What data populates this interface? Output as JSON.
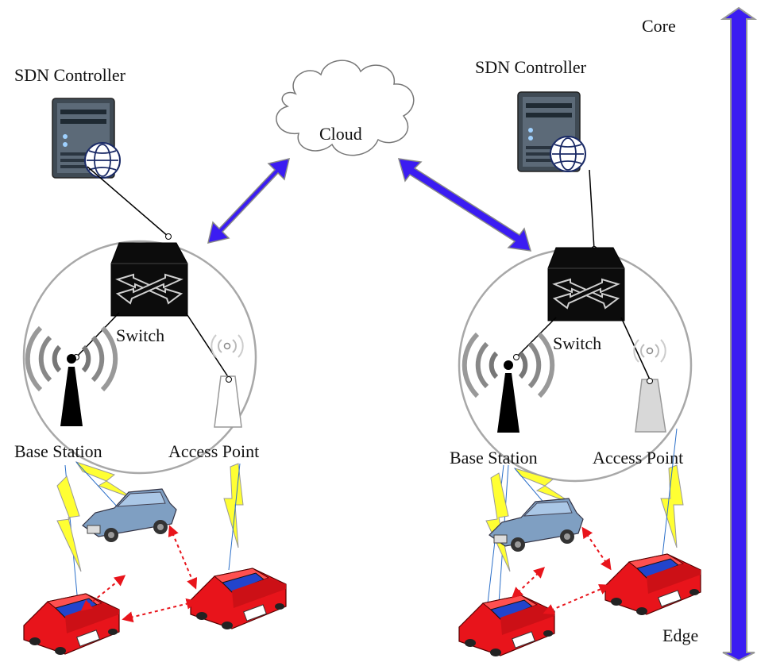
{
  "labels": {
    "core": "Core",
    "edge": "Edge",
    "cloud": "Cloud",
    "left_controller": "SDN Controller",
    "right_controller": "SDN Controller",
    "left_switch": "Switch",
    "right_switch": "Switch",
    "left_base_station": "Base Station",
    "right_base_station": "Base Station",
    "left_access_point": "Access Point",
    "right_access_point": "Access Point"
  },
  "colors": {
    "arrow_fill": "#3b1cf2",
    "car_red": "#e8141b",
    "car_blue": "#2244cc",
    "car_gray_blue": "#7f9fc2",
    "lightning": "#ffff33",
    "v2v_link": "#e8141b",
    "domain_circle": "#a8a8a8"
  },
  "icons": [
    "server-icon",
    "globe-icon",
    "switch-icon",
    "tower-icon",
    "access-point-icon",
    "car-icon",
    "cloud-icon",
    "lightning-icon"
  ]
}
